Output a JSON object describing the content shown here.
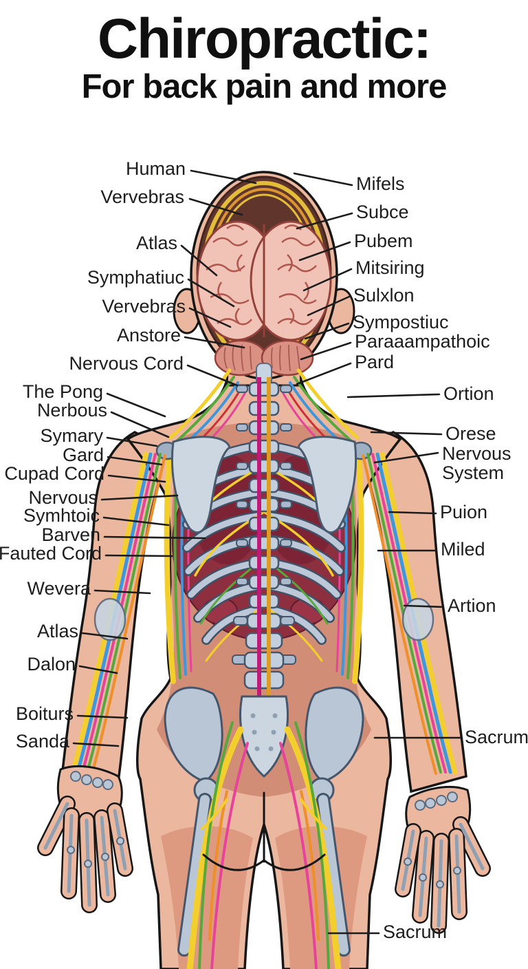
{
  "title": {
    "line1": "Chiropractic:",
    "line2": "For back pain and more"
  },
  "figure": {
    "description": "Anatomical illustration, posterior view of human body showing brain, spine, rib cage, pelvis and peripheral nerves",
    "colors": {
      "title_text": "#101010",
      "label_text": "#1d1d1d",
      "leader_line": "#1c1c1c",
      "skin": "#ecb79f",
      "skin_deep": "#d28d76",
      "skull_hair": "#5f352c",
      "brain": "#f1c3b7",
      "bone": "#bcc8d7",
      "organ_red": "#8e2f40",
      "nerve_yellow": "#f3cf2e",
      "nerve_orange": "#ee8f2a",
      "nerve_blue": "#3e97dd",
      "nerve_green": "#57a83c",
      "nerve_pink": "#e8439a",
      "nerve_red": "#cf3038",
      "cord_magenta": "#c2187a",
      "cord_orange": "#e09c22"
    }
  },
  "labels": {
    "left": [
      {
        "text": "Human"
      },
      {
        "text": "Vervebras"
      },
      {
        "text": "Atlas"
      },
      {
        "text": "Symphatiuc"
      },
      {
        "text": "Vervebras"
      },
      {
        "text": "Anstore"
      },
      {
        "text": "Nervous Cord"
      },
      {
        "text": "The Pong"
      },
      {
        "text": "Nerbous"
      },
      {
        "text": "Symary"
      },
      {
        "text": "Gard"
      },
      {
        "text": "Cupad Cord"
      },
      {
        "text": "Nervous"
      },
      {
        "text": "Symhtoic"
      },
      {
        "text": "Barven"
      },
      {
        "text": "Fauted Cord"
      },
      {
        "text": "Wevera"
      },
      {
        "text": "Atlas"
      },
      {
        "text": "Dalon"
      },
      {
        "text": "Boiturs"
      },
      {
        "text": "Sanda"
      }
    ],
    "right": [
      {
        "text": "Mifels"
      },
      {
        "text": "Subce"
      },
      {
        "text": "Pubem"
      },
      {
        "text": "Mitsiring"
      },
      {
        "text": "Sulxlon"
      },
      {
        "text": "Sympostiuc"
      },
      {
        "text": "Paraaampathoic"
      },
      {
        "text": "Pard"
      },
      {
        "text": "Ortion"
      },
      {
        "text": "Orese"
      },
      {
        "text": "Nervous System"
      },
      {
        "text": "Puion"
      },
      {
        "text": "Miled"
      },
      {
        "text": "Artion"
      },
      {
        "text": "Sacrum"
      },
      {
        "text": "Sacrum"
      }
    ]
  }
}
